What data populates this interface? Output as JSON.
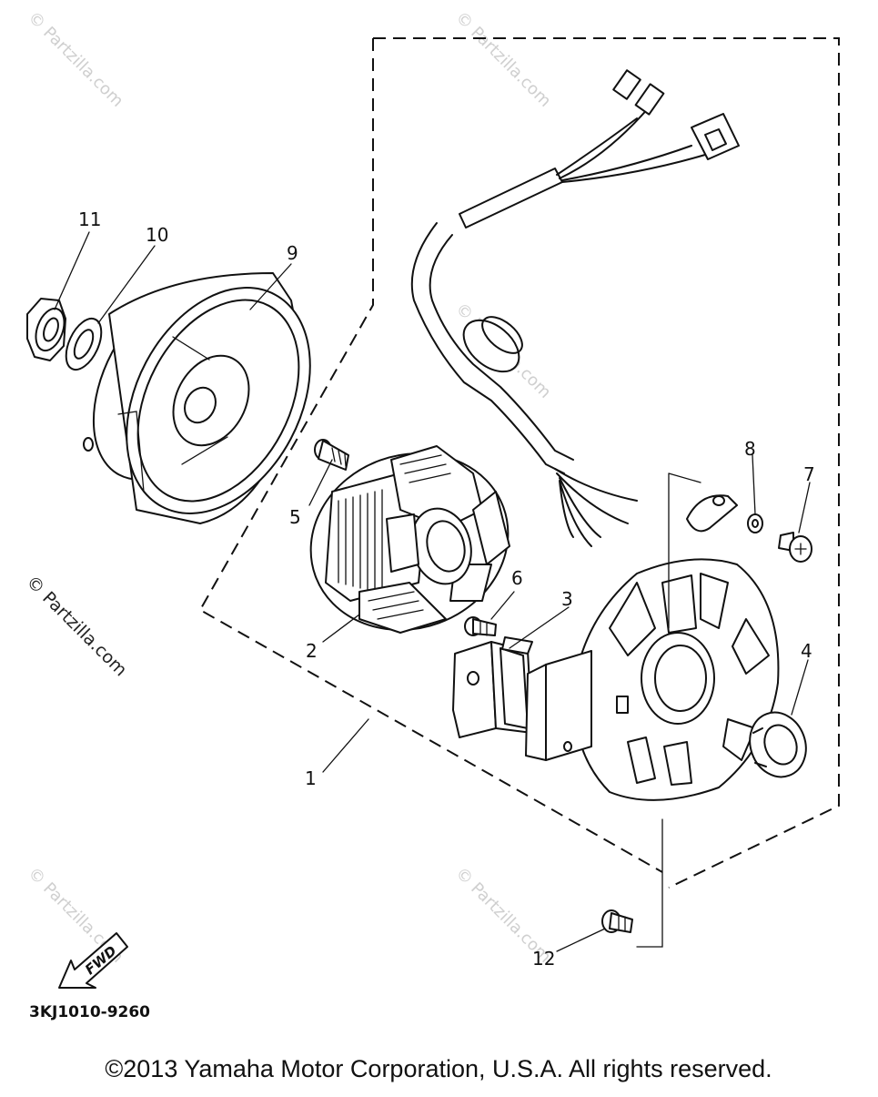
{
  "diagram": {
    "callouts": [
      {
        "id": "1",
        "label": "1"
      },
      {
        "id": "2",
        "label": "2"
      },
      {
        "id": "3",
        "label": "3"
      },
      {
        "id": "4",
        "label": "4"
      },
      {
        "id": "5",
        "label": "5"
      },
      {
        "id": "6",
        "label": "6"
      },
      {
        "id": "7",
        "label": "7"
      },
      {
        "id": "8",
        "label": "8"
      },
      {
        "id": "9",
        "label": "9"
      },
      {
        "id": "10",
        "label": "10"
      },
      {
        "id": "11",
        "label": "11"
      },
      {
        "id": "12",
        "label": "12"
      }
    ],
    "fwd_label": "FWD",
    "diagram_code": "3KJ1010-9260",
    "watermark": "© Partzilla.com",
    "copyright": "©2013 Yamaha Motor Corporation, U.S.A. All rights reserved."
  },
  "colors": {
    "line": "#111111",
    "background": "#ffffff",
    "watermark": "#cfcfcf"
  }
}
